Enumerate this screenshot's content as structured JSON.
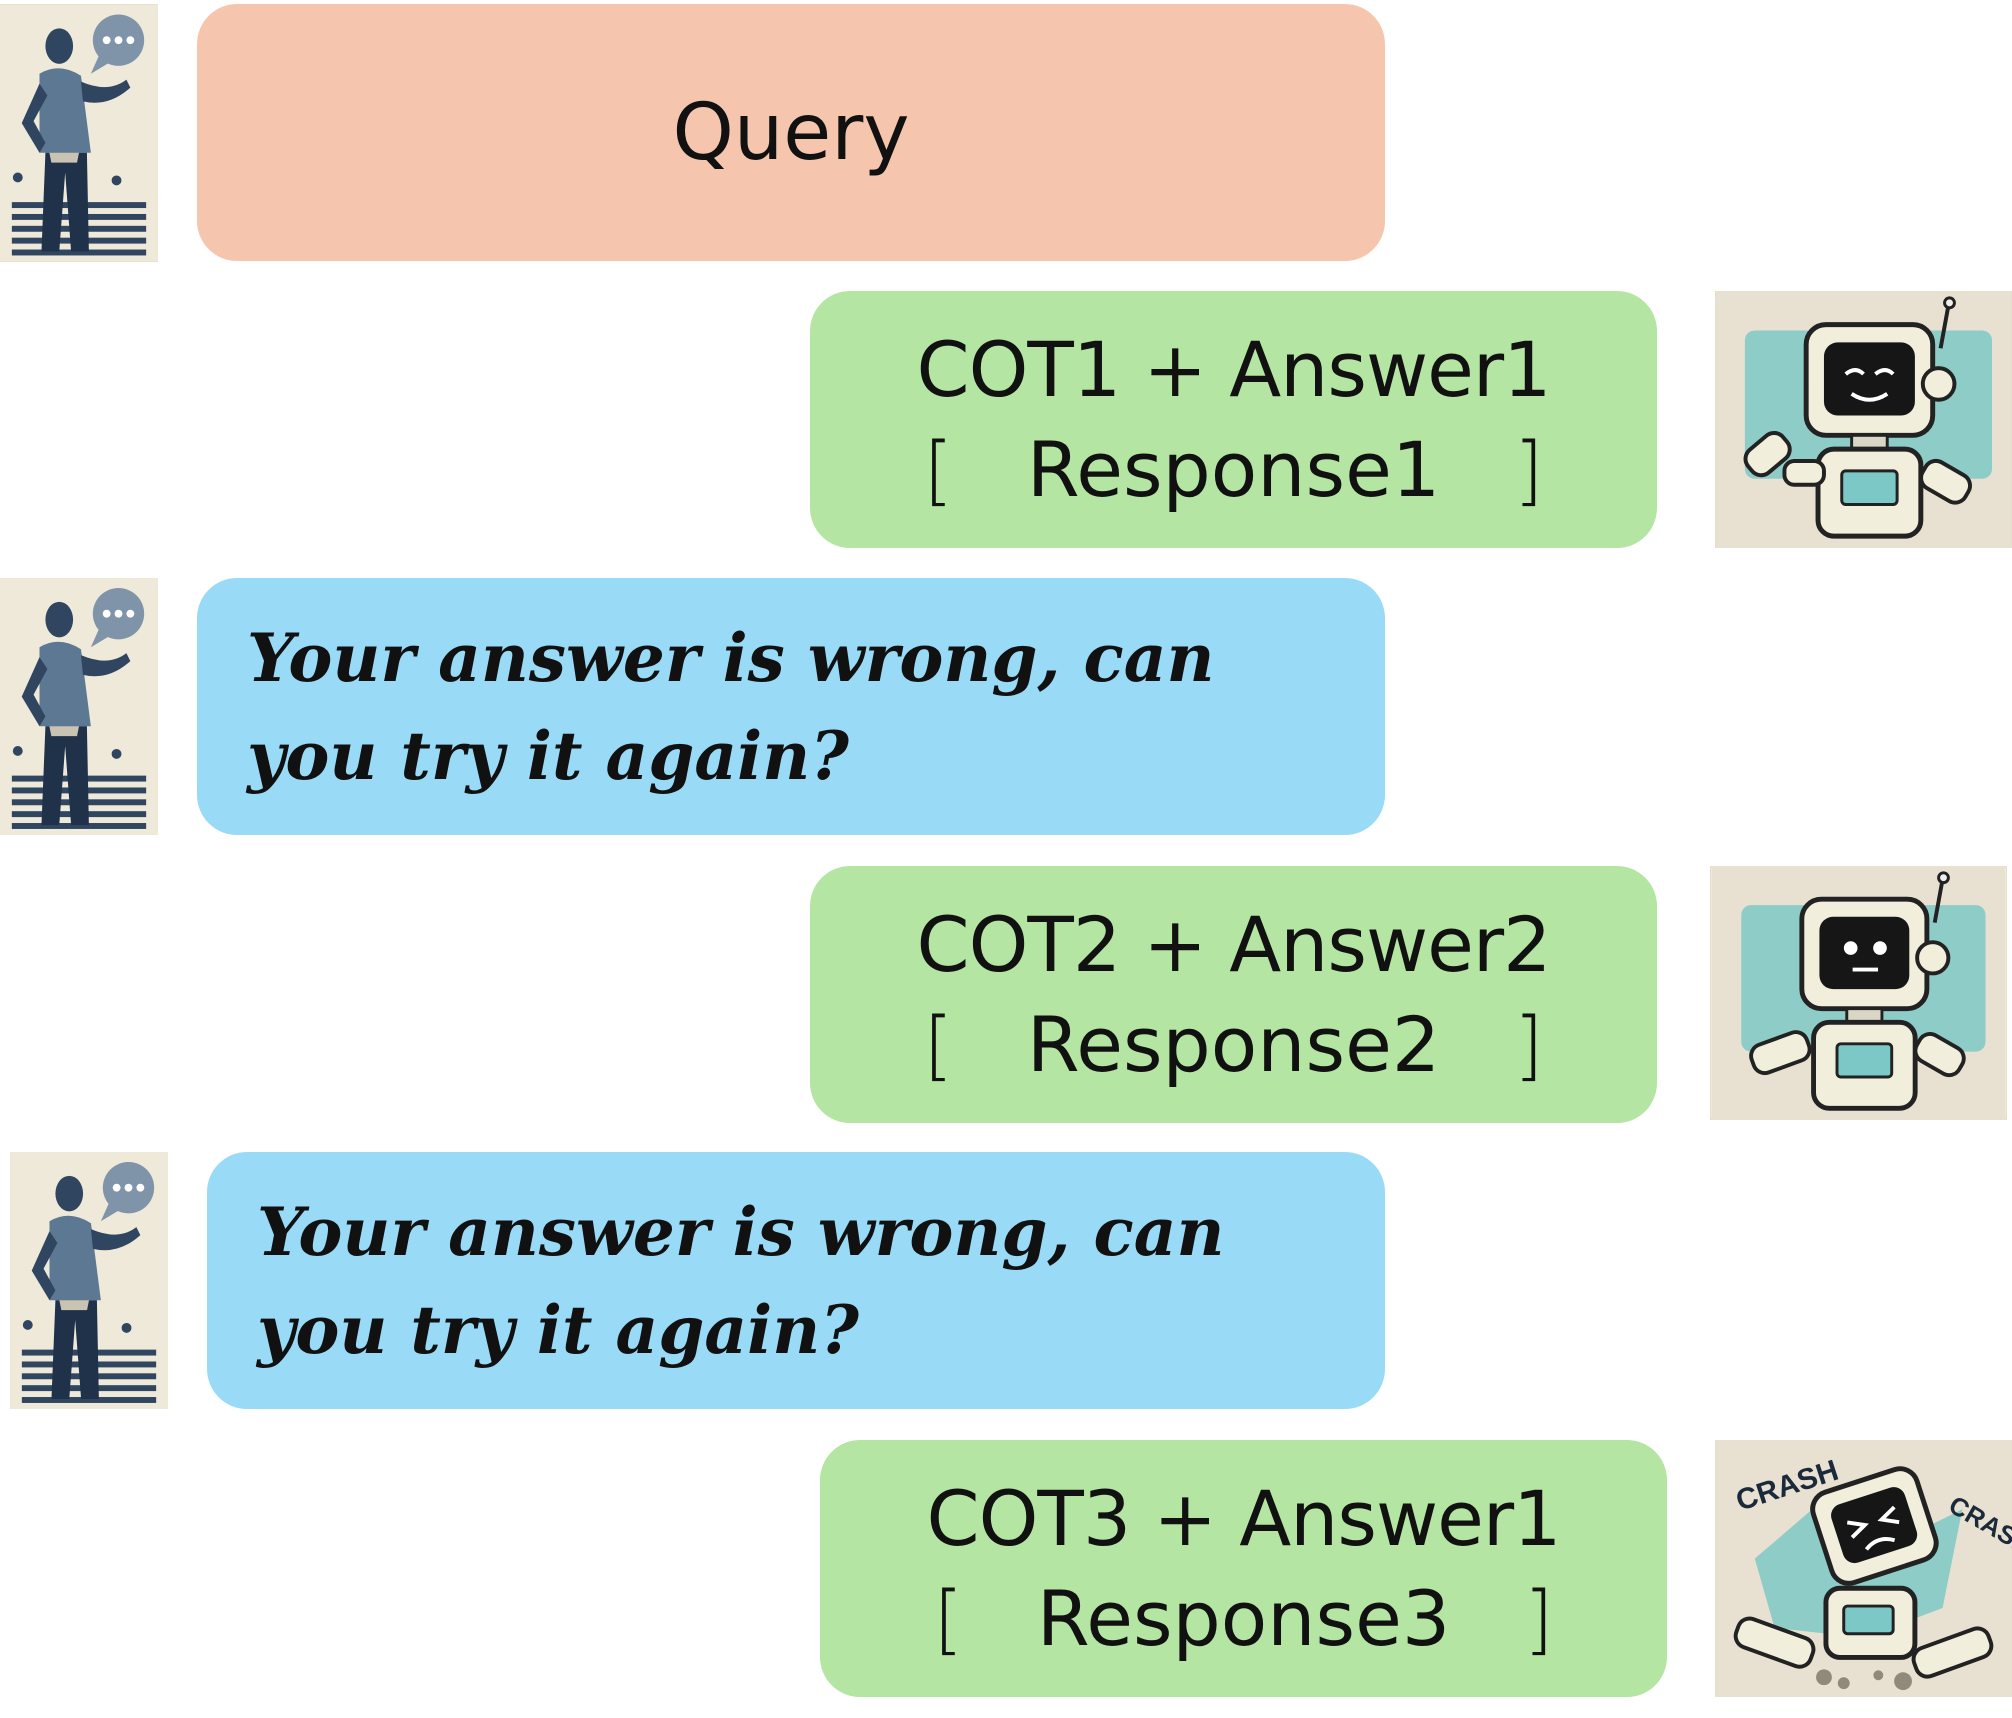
{
  "query": {
    "label": "Query"
  },
  "responses": [
    {
      "line1": "COT1 + Answer1",
      "open": "[",
      "text": "Response1",
      "close": "]"
    },
    {
      "line1": "COT2 + Answer2",
      "open": "[",
      "text": "Response2",
      "close": "]"
    },
    {
      "line1": "COT3 + Answer1",
      "open": "[",
      "text": "Response3",
      "close": "]"
    }
  ],
  "user_messages": [
    {
      "text": "Your answer is wrong, can you try it again?"
    },
    {
      "text": "Your answer is wrong, can you try it again?"
    }
  ],
  "robot_states": [
    "happy-robot",
    "neutral-robot",
    "crashed-robot"
  ],
  "crash_text": [
    "CRASH",
    "CRASH"
  ],
  "colors": {
    "query_bubble": "#f5c6ad",
    "response_bubble": "#b4e5a2",
    "user_bubble": "#99daf7",
    "avatar_bg": "#efe9da",
    "robot_teal": "#7cc8c6"
  }
}
